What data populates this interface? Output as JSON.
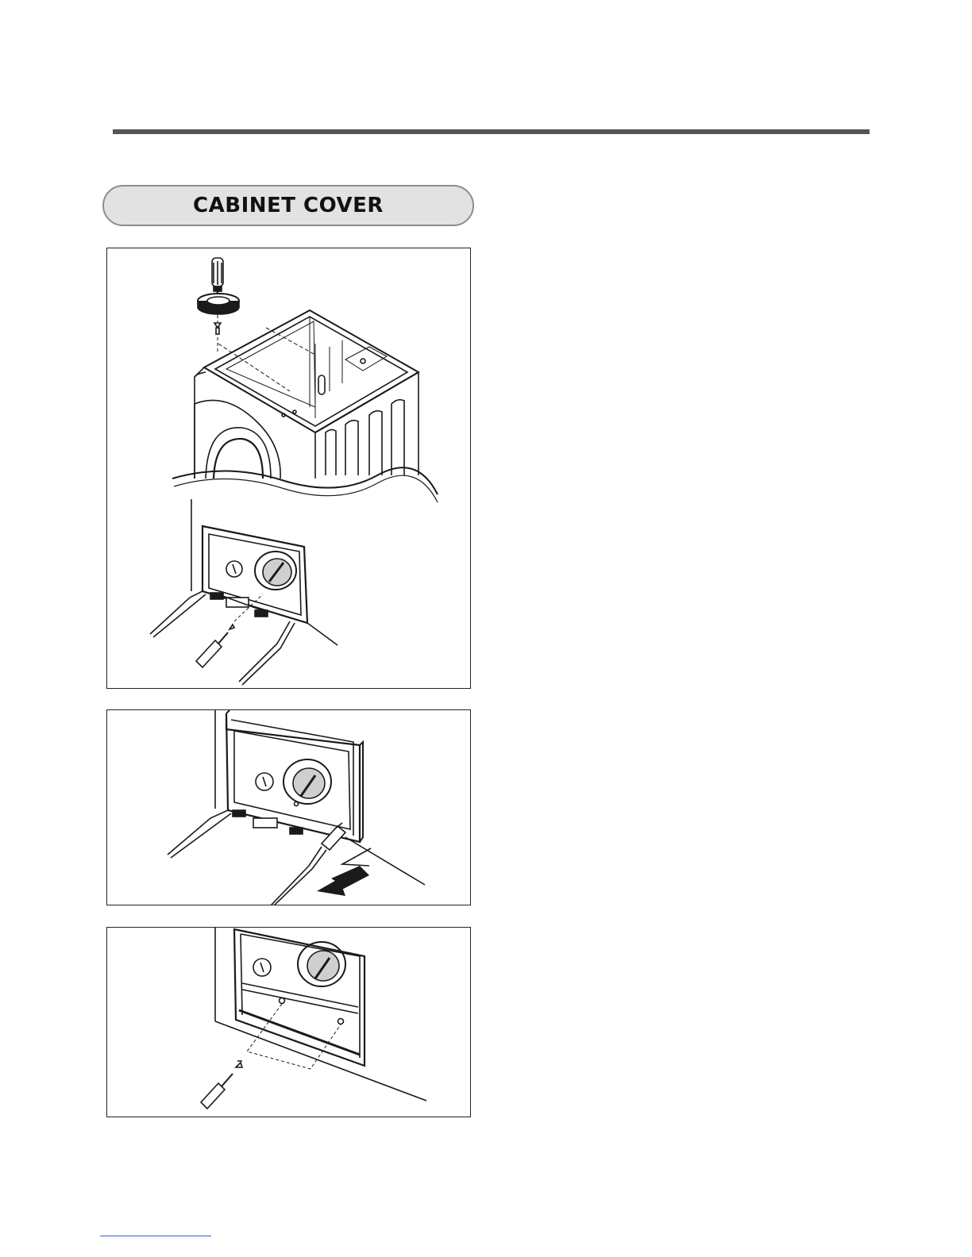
{
  "header": {
    "rule_color": "#555555"
  },
  "section": {
    "title": "CABINET COVER"
  },
  "figures": [
    {
      "id": "figure-1",
      "icon": "washer-top-view-screwdriver-illustration"
    },
    {
      "id": "figure-2",
      "icon": "service-panel-removal-arrow-illustration"
    },
    {
      "id": "figure-3",
      "icon": "lower-panel-screw-removal-illustration"
    }
  ],
  "footer": {
    "link_color": "#3b5bd6"
  }
}
